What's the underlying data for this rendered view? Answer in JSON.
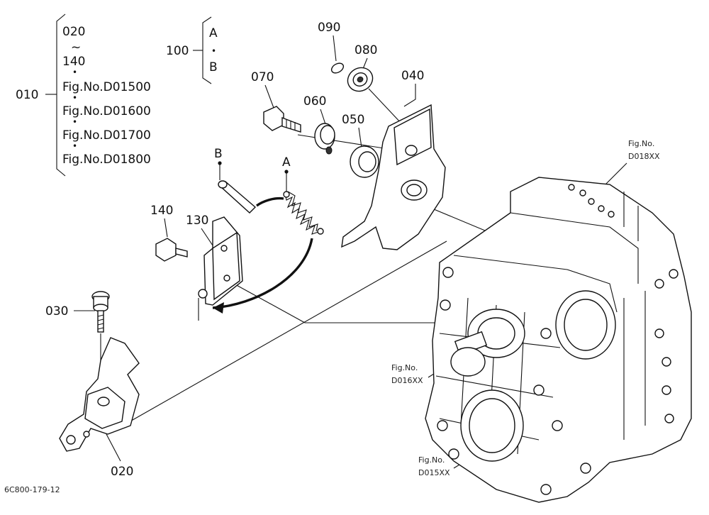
{
  "group_010": {
    "number": "010",
    "items": [
      "020",
      "~",
      "140",
      "•",
      "Fig.No.D01500",
      "•",
      "Fig.No.D01600",
      "•",
      "Fig.No.D01700",
      "•",
      "Fig.No.D01800"
    ]
  },
  "group_100": {
    "number": "100",
    "items": [
      "A",
      "•",
      "B"
    ]
  },
  "parts": {
    "p090": "090",
    "p080": "080",
    "p070": "070",
    "p060": "060",
    "p050": "050",
    "p040": "040",
    "p140": "140",
    "p130": "130",
    "p030": "030",
    "p020": "020"
  },
  "markers": {
    "a": "A",
    "b": "B"
  },
  "refs": {
    "d018_l1": "Fig.No.",
    "d018_l2": "D018XX",
    "d016_l1": "Fig.No.",
    "d016_l2": "D016XX",
    "d015_l1": "Fig.No.",
    "d015_l2": "D015XX"
  },
  "code": "6C800-179-12"
}
